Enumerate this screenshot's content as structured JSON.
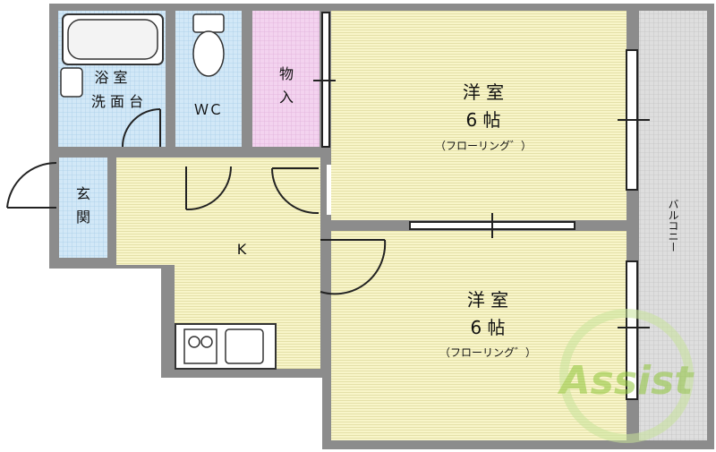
{
  "rooms": {
    "bath": {
      "line1": "浴 室",
      "line2": "洗 面 台"
    },
    "wc": {
      "label": "ＷＣ"
    },
    "storage": {
      "char1": "物",
      "char2": "入"
    },
    "entrance": {
      "char1": "玄",
      "char2": "関"
    },
    "kitchen": {
      "label": "K"
    },
    "western_room_1": {
      "name": "洋 室",
      "size": "6 帖",
      "floor": "（フローリング゛）"
    },
    "western_room_2": {
      "name": "洋 室",
      "size": "6 帖",
      "floor": "（フローリング゛）"
    },
    "balcony": {
      "label": "バルコニー"
    }
  },
  "watermark": {
    "text": "Assist"
  },
  "colors": {
    "wall": "#8c8c8c",
    "room_floor": "#f7f4c8",
    "bath_tile": "#cfe6f5",
    "storage_fill": "#f1d0ee",
    "balcony_fill": "#dcdcdc",
    "watermark": "#8fc63a"
  }
}
